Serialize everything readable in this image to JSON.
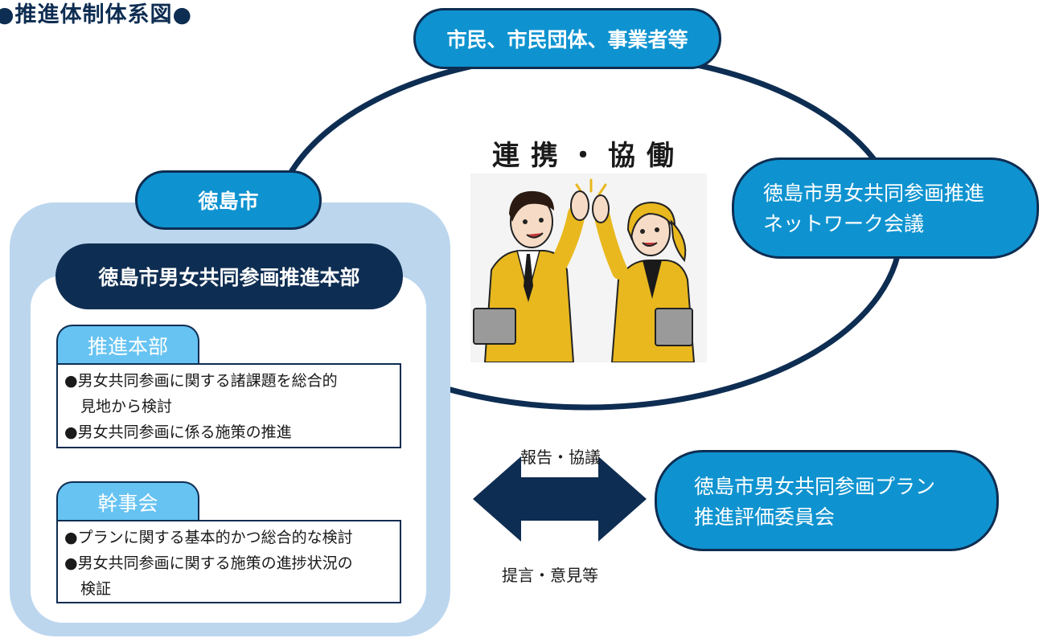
{
  "title": "●推進体制体系図●",
  "nodes": {
    "citizens": "市民、市民団体、事業者等",
    "city": "徳島市",
    "hq": "徳島市男女共同参画推進本部",
    "network": [
      "徳島市男女共同参画推進",
      "ネットワーク会議"
    ],
    "committee": [
      "徳島市男女共同参画プラン",
      "推進評価委員会"
    ]
  },
  "center_label": "連携・協働",
  "hq_section": {
    "tab": "推進本部",
    "item1_line1": "●男女共同参画に関する諸課題を総合的",
    "item1_line2": "見地から検討",
    "item2": "●男女共同参画に係る施策の推進"
  },
  "exec_section": {
    "tab": "幹事会",
    "item1": "●プランに関する基本的かつ総合的な検討",
    "item2_line1": "●男女共同参画に関する施策の進捗状況の",
    "item2_line2": "検証"
  },
  "arrow": {
    "top_label": "報告・協議",
    "bottom_label": "提言・意見等"
  },
  "colors": {
    "navy": "#0e2d52",
    "pill_blue": "#0f93d0",
    "tab_blue": "#66c3f2",
    "panel_blue": "#bcd6ee",
    "suit_yellow": "#e8b81e"
  }
}
